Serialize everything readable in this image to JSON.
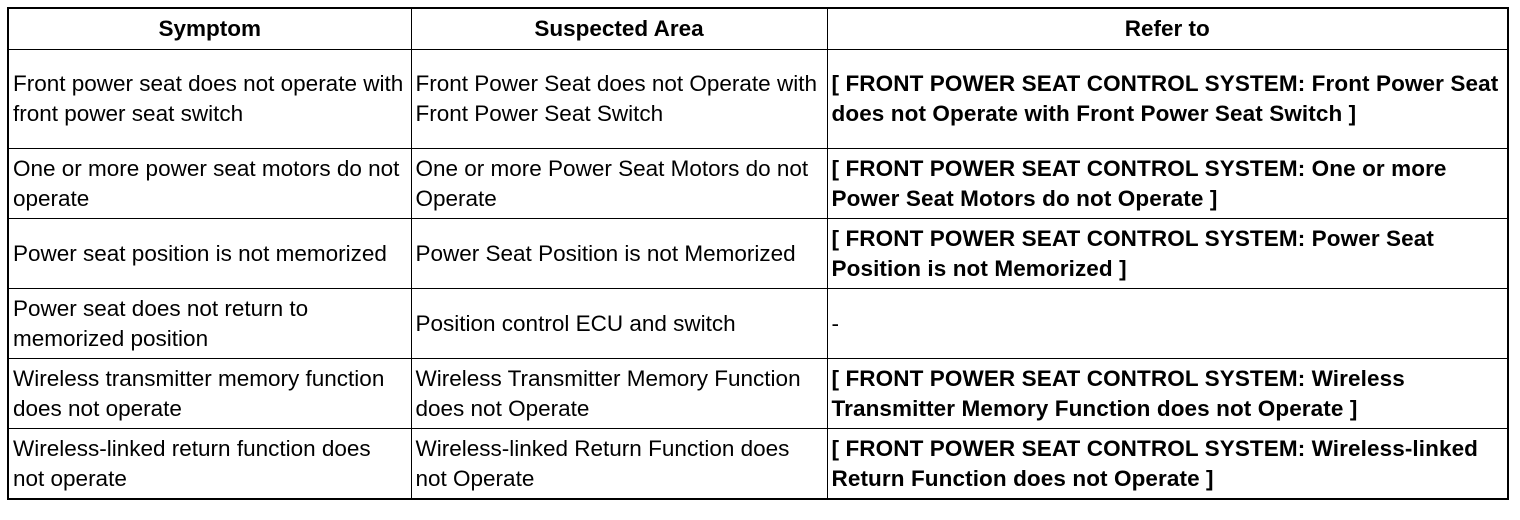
{
  "table": {
    "headers": [
      "Symptom",
      "Suspected Area",
      "Refer to"
    ],
    "rows": [
      {
        "symptom": "Front power seat does not operate with front power seat switch",
        "suspected_area": "Front Power Seat does not Operate with Front Power Seat Switch",
        "refer_to": "[ FRONT POWER SEAT CONTROL SYSTEM: Front Power Seat does not Operate with Front Power Seat Switch ]"
      },
      {
        "symptom": "One or more power seat motors do not operate",
        "suspected_area": "One or more Power Seat Motors do not Operate",
        "refer_to": "[ FRONT POWER SEAT CONTROL SYSTEM: One or more Power Seat Motors do not Operate ]"
      },
      {
        "symptom": "Power seat position is not memorized",
        "suspected_area": "Power Seat Position is not Memorized",
        "refer_to": "[ FRONT POWER SEAT CONTROL SYSTEM: Power Seat Position is not Memorized ]"
      },
      {
        "symptom": "Power seat does not return to memorized position",
        "suspected_area": "Position control ECU and switch",
        "refer_to": "-"
      },
      {
        "symptom": "Wireless transmitter memory function does not operate",
        "suspected_area": "Wireless Transmitter Memory Function does not Operate",
        "refer_to": "[ FRONT POWER SEAT CONTROL SYSTEM: Wireless Transmitter Memory Function does not Operate ]"
      },
      {
        "symptom": "Wireless-linked return function does not operate",
        "suspected_area": "Wireless-linked Return Function does not Operate",
        "refer_to": "[ FRONT POWER SEAT CONTROL SYSTEM: Wireless-linked Return Function does not Operate ]"
      }
    ]
  }
}
